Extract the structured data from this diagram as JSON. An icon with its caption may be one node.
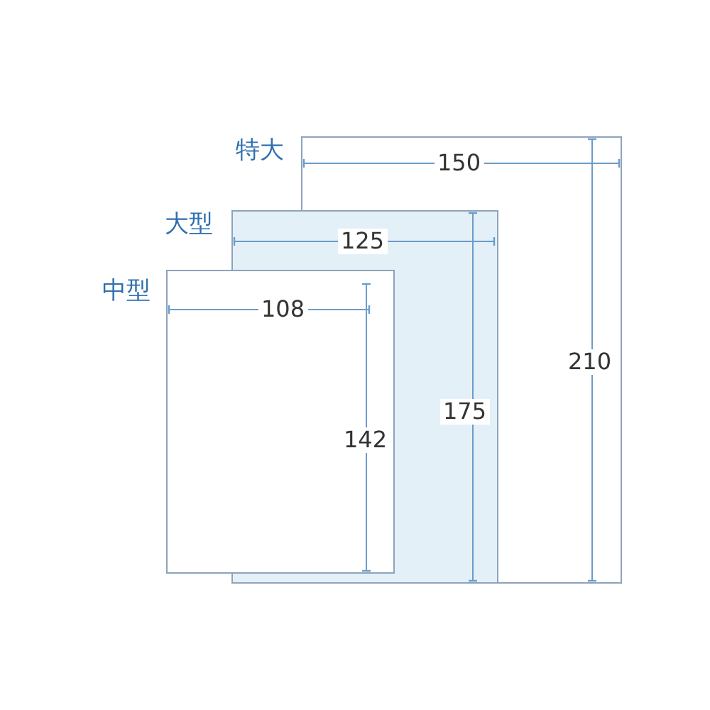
{
  "diagram": {
    "nodes": [
      {
        "text": [
          "特大"
        ]
      },
      {
        "text": [
          "大型"
        ]
      },
      {
        "text": [
          "中型"
        ]
      }
    ],
    "labels": [
      "150",
      "210",
      "125",
      "175",
      "108",
      "142"
    ]
  }
}
